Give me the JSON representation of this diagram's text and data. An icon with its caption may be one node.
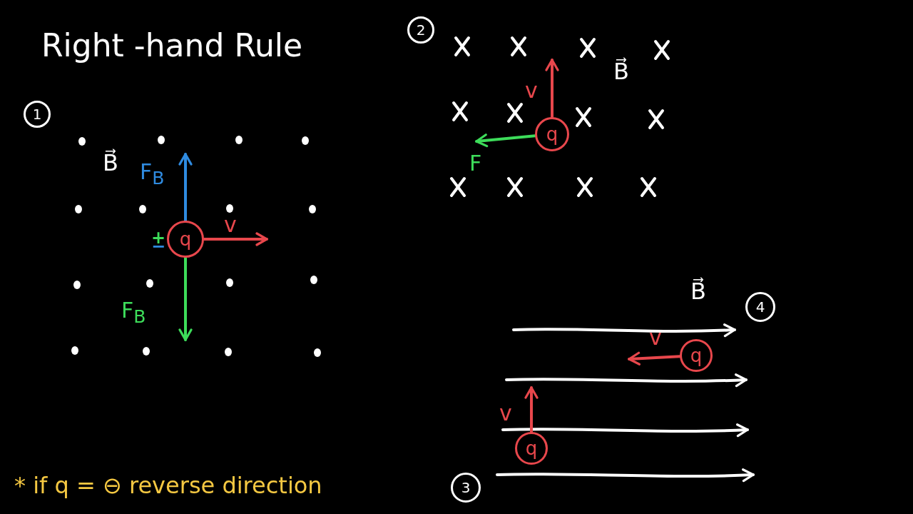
{
  "diagram": {
    "title": "Right -hand Rule",
    "nodes": [
      {
        "text": [
          "1"
        ]
      },
      {
        "text": [
          "q"
        ],
        "beside": [
          "+",
          "−"
        ]
      },
      {
        "text": [
          "2"
        ]
      },
      {
        "text": [
          "q"
        ]
      },
      {
        "text": [
          "4"
        ]
      },
      {
        "text": [
          "q"
        ]
      },
      {
        "text": [
          "q"
        ]
      },
      {
        "text": [
          "3"
        ]
      }
    ],
    "edges": [
      {
        "from": 1,
        "to": null,
        "arrow": "to",
        "label": "F$_{B}$",
        "color": "#2f8be0"
      },
      {
        "from": 1,
        "to": null,
        "arrow": "to",
        "label": "v"
      },
      {
        "from": 1,
        "to": null,
        "arrow": "to",
        "label": "F$_{B}$",
        "color": "#3ddc5a"
      },
      {
        "from": 3,
        "to": null,
        "arrow": "to",
        "label": "v"
      },
      {
        "from": 3,
        "to": null,
        "arrow": "to",
        "label": "F",
        "color": "#3ddc5a"
      },
      {
        "from": 5,
        "to": null,
        "arrow": "to",
        "label": "v"
      },
      {
        "from": 6,
        "to": null,
        "arrow": "to",
        "label": "v"
      }
    ],
    "labels": [
      "B⃗",
      "B⃗",
      "B⃗",
      "* if q = ⊖ reverse direction"
    ]
  }
}
